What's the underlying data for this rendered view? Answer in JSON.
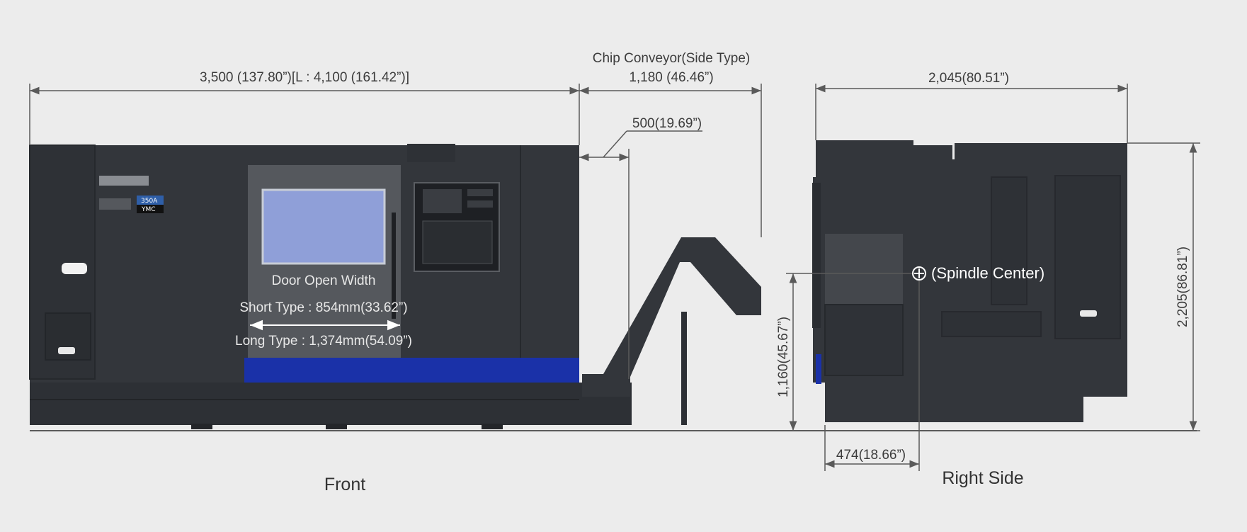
{
  "labels": {
    "chip_conveyor": "Chip Conveyor(Side Type)",
    "front_width": "3,500 (137.80”)[L : 4,100 (161.42”)]",
    "conveyor_width": "1,180 (46.46”)",
    "conveyor_offset": "500(19.69”)",
    "side_depth": "2,045(80.51”)",
    "height": "2,205(86.81”)",
    "spindle_height": "1,160(45.67”)",
    "spindle_offset": "474(18.66”)",
    "spindle_center": "(Spindle Center)",
    "door_open_width": "Door Open Width",
    "short_type": "Short Type : 854mm(33.62”)",
    "long_type": "Long Type : 1,374mm(54.09”)",
    "front_view": "Front",
    "right_side_view": "Right Side",
    "model_badge": "350A",
    "brand_badge": "YMC"
  },
  "colors": {
    "background": "#ececec",
    "machine_body": "#33363b",
    "machine_panel": "#2b2e33",
    "accent_blue": "#1a31a8",
    "window": "#8f9fd8",
    "dimension_line": "#5a5a5a"
  }
}
